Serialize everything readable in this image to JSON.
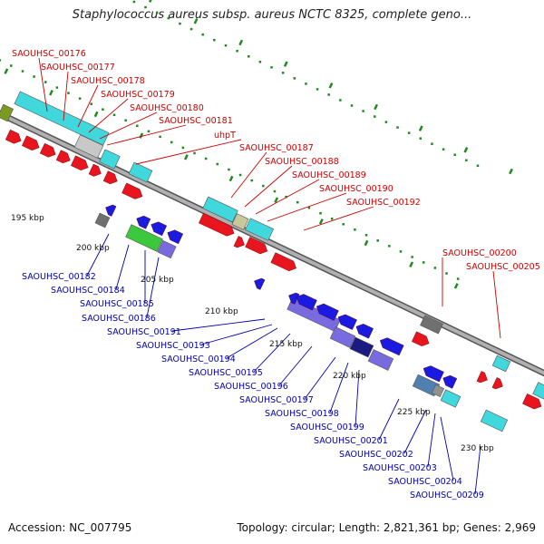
{
  "title": "Staphylococcus aureus subsp. aureus NCTC 8325, complete geno...",
  "footer": {
    "accession": "Accession: NC_007795",
    "topology": "Topology: circular; Length: 2,821,361 bp; Genes: 2,969"
  },
  "colors": {
    "forward_label": "#cc0000",
    "reverse_label": "#0000aa",
    "backbone": "#8a8a8a",
    "tick_major": "#1e8a1e",
    "red_gene": "#e8141e",
    "blue_gene": "#1a1ae0",
    "cyan_feature": "#40d8dc",
    "purple_feature": "#7a6ae0",
    "green_feature": "#3cc83c",
    "gray_feature": "#707070"
  },
  "kbp_labels": [
    "195 kbp",
    "200 kbp",
    "205 kbp",
    "210 kbp",
    "215 kbp",
    "220 kbp",
    "225 kbp",
    "230 kbp"
  ],
  "forward_genes": [
    "SAOUHSC_00176",
    "SAOUHSC_00177",
    "SAOUHSC_00178",
    "SAOUHSC_00179",
    "SAOUHSC_00180",
    "SAOUHSC_00181",
    "uhpT",
    "SAOUHSC_00187",
    "SAOUHSC_00188",
    "SAOUHSC_00189",
    "SAOUHSC_00190",
    "SAOUHSC_00192",
    "SAOUHSC_00200",
    "SAOUHSC_00205"
  ],
  "reverse_genes": [
    "SAOUHSC_00182",
    "SAOUHSC_00184",
    "SAOUHSC_00185",
    "SAOUHSC_00186",
    "SAOUHSC_00191",
    "SAOUHSC_00193",
    "SAOUHSC_00194",
    "SAOUHSC_00195",
    "SAOUHSC_00196",
    "SAOUHSC_00197",
    "SAOUHSC_00198",
    "SAOUHSC_00199",
    "SAOUHSC_00201",
    "SAOUHSC_00202",
    "SAOUHSC_00203",
    "SAOUHSC_00204",
    "SAOUHSC_00209"
  ]
}
